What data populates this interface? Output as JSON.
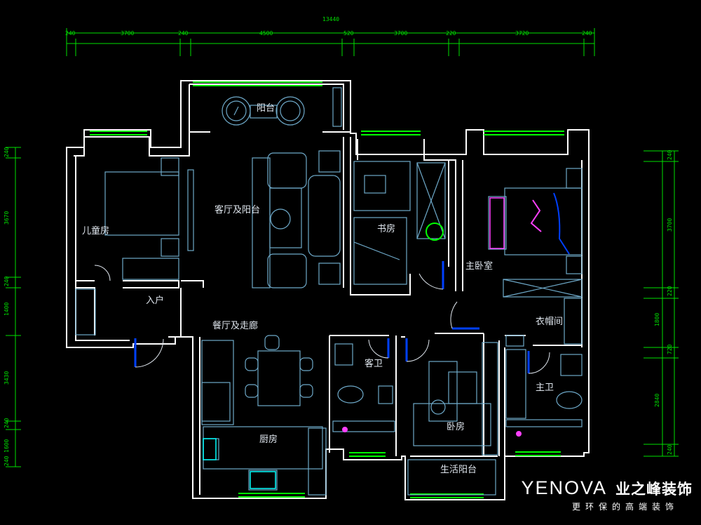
{
  "drawing": {
    "rooms": [
      {
        "id": "balcony",
        "label": "阳台"
      },
      {
        "id": "living",
        "label": "客厅及阳台"
      },
      {
        "id": "study",
        "label": "书房"
      },
      {
        "id": "master",
        "label": "主卧室"
      },
      {
        "id": "second",
        "label": "儿童房"
      },
      {
        "id": "entry",
        "label": "入户"
      },
      {
        "id": "dining",
        "label": "餐厅及走廊"
      },
      {
        "id": "guest-bath",
        "label": "客卫"
      },
      {
        "id": "closet",
        "label": "衣帽间"
      },
      {
        "id": "master-bath",
        "label": "主卫"
      },
      {
        "id": "bedroom3",
        "label": "卧房"
      },
      {
        "id": "kitchen",
        "label": "厨房"
      },
      {
        "id": "laundry",
        "label": "生活阳台"
      }
    ],
    "dimensions": {
      "total_top": "13440",
      "top_segments": [
        "240",
        "3700",
        "240",
        "4500",
        "520",
        "3700",
        "220",
        "3720",
        "240"
      ],
      "right_segments": [
        "240",
        "3700",
        "220",
        "1800",
        "720",
        "2840",
        "240"
      ],
      "left_segments": [
        "240",
        "3670",
        "240",
        "1400",
        "3430",
        "240",
        "1600",
        "240"
      ]
    }
  },
  "watermark": {
    "brand": "YENOVA",
    "brand_cn": "业之峰装饰",
    "slogan": "更环保的高端装饰"
  },
  "colors": {
    "background": "#000000",
    "wall": "#ffffff",
    "window": "#00ff00",
    "door": "#0040ff",
    "furniture": "#6ea9c9",
    "dimension": "#00e000",
    "accent": "#ff40ff"
  }
}
